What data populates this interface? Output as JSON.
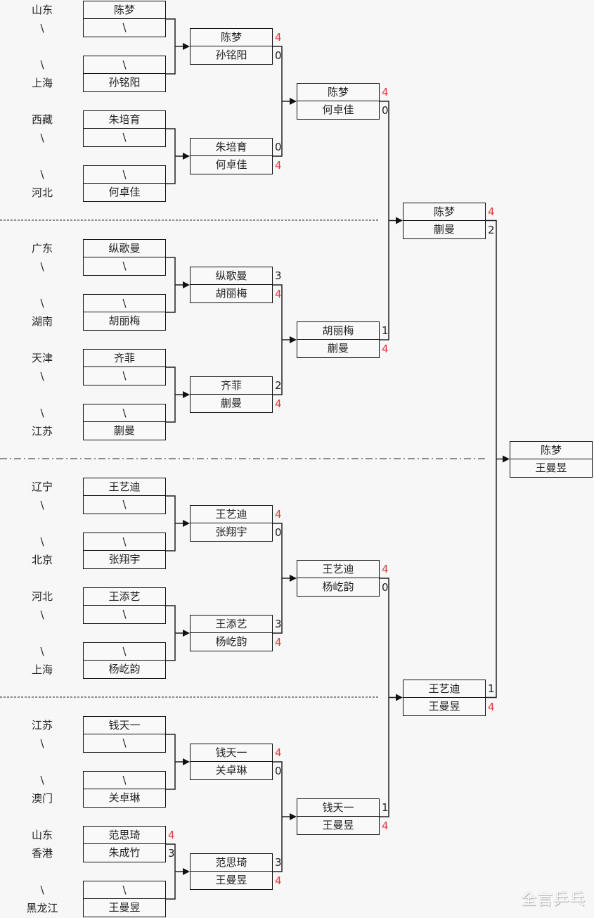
{
  "round1": [
    {
      "top": {
        "prov": "山东",
        "name": "陈梦"
      },
      "bot": {
        "prov": "\\",
        "name": "\\"
      }
    },
    {
      "top": {
        "prov": "\\",
        "name": "\\"
      },
      "bot": {
        "prov": "上海",
        "name": "孙铭阳"
      }
    },
    {
      "top": {
        "prov": "西藏",
        "name": "朱培育"
      },
      "bot": {
        "prov": "\\",
        "name": "\\"
      }
    },
    {
      "top": {
        "prov": "\\",
        "name": "\\"
      },
      "bot": {
        "prov": "河北",
        "name": "何卓佳"
      }
    },
    {
      "top": {
        "prov": "广东",
        "name": "纵歌曼"
      },
      "bot": {
        "prov": "\\",
        "name": "\\"
      }
    },
    {
      "top": {
        "prov": "\\",
        "name": "\\"
      },
      "bot": {
        "prov": "湖南",
        "name": "胡丽梅"
      }
    },
    {
      "top": {
        "prov": "天津",
        "name": "齐菲"
      },
      "bot": {
        "prov": "\\",
        "name": "\\"
      }
    },
    {
      "top": {
        "prov": "\\",
        "name": "\\"
      },
      "bot": {
        "prov": "江苏",
        "name": "蒯曼"
      }
    },
    {
      "top": {
        "prov": "辽宁",
        "name": "王艺迪"
      },
      "bot": {
        "prov": "\\",
        "name": "\\"
      }
    },
    {
      "top": {
        "prov": "\\",
        "name": "\\"
      },
      "bot": {
        "prov": "北京",
        "name": "张翔宇"
      }
    },
    {
      "top": {
        "prov": "河北",
        "name": "王添艺"
      },
      "bot": {
        "prov": "\\",
        "name": "\\"
      }
    },
    {
      "top": {
        "prov": "\\",
        "name": "\\"
      },
      "bot": {
        "prov": "上海",
        "name": "杨屹韵"
      }
    },
    {
      "top": {
        "prov": "江苏",
        "name": "钱天一"
      },
      "bot": {
        "prov": "\\",
        "name": "\\"
      }
    },
    {
      "top": {
        "prov": "\\",
        "name": "\\"
      },
      "bot": {
        "prov": "澳门",
        "name": "关卓琳"
      }
    },
    {
      "top": {
        "prov": "山东",
        "name": "范思琦",
        "score": "4",
        "win": true
      },
      "bot": {
        "prov": "香港",
        "name": "朱成竹",
        "score": "3"
      }
    },
    {
      "top": {
        "prov": "\\",
        "name": "\\"
      },
      "bot": {
        "prov": "黑龙江",
        "name": "王曼昱"
      }
    }
  ],
  "round2": [
    {
      "top": {
        "name": "陈梦",
        "score": "4",
        "win": true
      },
      "bot": {
        "name": "孙铭阳",
        "score": "0"
      }
    },
    {
      "top": {
        "name": "朱培育",
        "score": "0"
      },
      "bot": {
        "name": "何卓佳",
        "score": "4",
        "win": true
      }
    },
    {
      "top": {
        "name": "纵歌曼",
        "score": "3"
      },
      "bot": {
        "name": "胡丽梅",
        "score": "4",
        "win": true
      }
    },
    {
      "top": {
        "name": "齐菲",
        "score": "2"
      },
      "bot": {
        "name": "蒯曼",
        "score": "4",
        "win": true
      }
    },
    {
      "top": {
        "name": "王艺迪",
        "score": "4",
        "win": true
      },
      "bot": {
        "name": "张翔宇",
        "score": "0"
      }
    },
    {
      "top": {
        "name": "王添艺",
        "score": "3"
      },
      "bot": {
        "name": "杨屹韵",
        "score": "4",
        "win": true
      }
    },
    {
      "top": {
        "name": "钱天一",
        "score": "4",
        "win": true
      },
      "bot": {
        "name": "关卓琳",
        "score": "0"
      }
    },
    {
      "top": {
        "name": "范思琦",
        "score": "3"
      },
      "bot": {
        "name": "王曼昱",
        "score": "4",
        "win": true
      }
    }
  ],
  "quarterfinals": [
    {
      "top": {
        "name": "陈梦",
        "score": "4",
        "win": true
      },
      "bot": {
        "name": "何卓佳",
        "score": "0"
      }
    },
    {
      "top": {
        "name": "胡丽梅",
        "score": "1"
      },
      "bot": {
        "name": "蒯曼",
        "score": "4",
        "win": true
      }
    },
    {
      "top": {
        "name": "王艺迪",
        "score": "4",
        "win": true
      },
      "bot": {
        "name": "杨屹韵",
        "score": "0"
      }
    },
    {
      "top": {
        "name": "钱天一",
        "score": "1"
      },
      "bot": {
        "name": "王曼昱",
        "score": "4",
        "win": true
      }
    }
  ],
  "semifinals": [
    {
      "top": {
        "name": "陈梦",
        "score": "4",
        "win": true
      },
      "bot": {
        "name": "蒯曼",
        "score": "2"
      }
    },
    {
      "top": {
        "name": "王艺迪",
        "score": "1"
      },
      "bot": {
        "name": "王曼昱",
        "score": "4",
        "win": true
      }
    }
  ],
  "final": {
    "top": {
      "name": "陈梦"
    },
    "bot": {
      "name": "王曼昱"
    }
  },
  "watermark": "全言乒乓",
  "colors": {
    "win_score": "#e33b3b",
    "line": "#111111",
    "background": "#f7f7f7"
  }
}
